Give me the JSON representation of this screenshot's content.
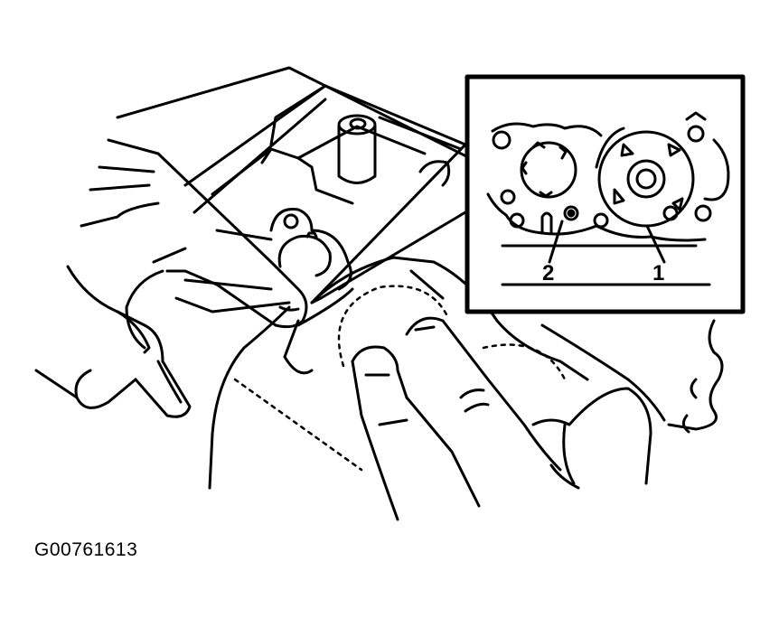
{
  "figure": {
    "id_code": "G00761613",
    "callouts": [
      {
        "label": "1"
      },
      {
        "label": "2"
      }
    ]
  },
  "colors": {
    "line": "#000000",
    "background": "#ffffff"
  }
}
